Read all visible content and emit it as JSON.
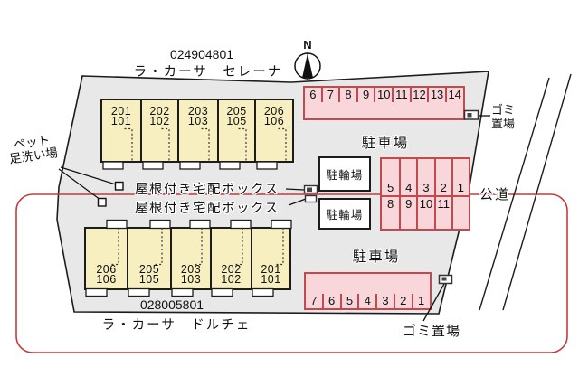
{
  "serena": {
    "code": "024904801",
    "name": "ラ・カーサ　セレーナ",
    "units": [
      {
        "upper": "201",
        "lower": "101"
      },
      {
        "upper": "202",
        "lower": "102"
      },
      {
        "upper": "203",
        "lower": "103"
      },
      {
        "upper": "205",
        "lower": "105"
      },
      {
        "upper": "206",
        "lower": "106"
      }
    ]
  },
  "dolce": {
    "code": "028005801",
    "name": "ラ・カーサ　ドルチェ",
    "units": [
      {
        "upper": "206",
        "lower": "106"
      },
      {
        "upper": "205",
        "lower": "105"
      },
      {
        "upper": "203",
        "lower": "103"
      },
      {
        "upper": "202",
        "lower": "102"
      },
      {
        "upper": "201",
        "lower": "101"
      }
    ]
  },
  "compass": {
    "label": "N"
  },
  "labels": {
    "parking_lot_top": "駐車場",
    "parking_lot_bottom": "駐車場",
    "bicycle_parking_top": "駐輪場",
    "bicycle_parking_bottom": "駐輪場",
    "garbage_top_line1": "ゴミ",
    "garbage_top_line2": "置場",
    "garbage_bottom": "ゴミ置場",
    "public_road": "公道",
    "delivery_box_top": "屋根付き宅配ボックス",
    "delivery_box_bottom": "屋根付き宅配ボックス",
    "pet_wash_line1": "ペット",
    "pet_wash_line2": "足洗い場"
  },
  "parking": {
    "north_row": [
      "6",
      "7",
      "8",
      "9",
      "10",
      "11",
      "12",
      "13",
      "14"
    ],
    "middle_upper_row": [
      "5",
      "4",
      "3",
      "2",
      "1"
    ],
    "middle_lower_row": [
      "8",
      "9",
      "10",
      "11",
      ""
    ],
    "south_row": [
      "7",
      "6",
      "5",
      "4",
      "3",
      "2",
      "1"
    ]
  },
  "colors": {
    "site_fill": "#e8e8e8",
    "building_fill": "#f7efc0",
    "stall_fill": "#f8d6da",
    "stall_border": "#c4494e",
    "boundary_line": "#c33b3b",
    "outline": "#1c1c1c"
  }
}
